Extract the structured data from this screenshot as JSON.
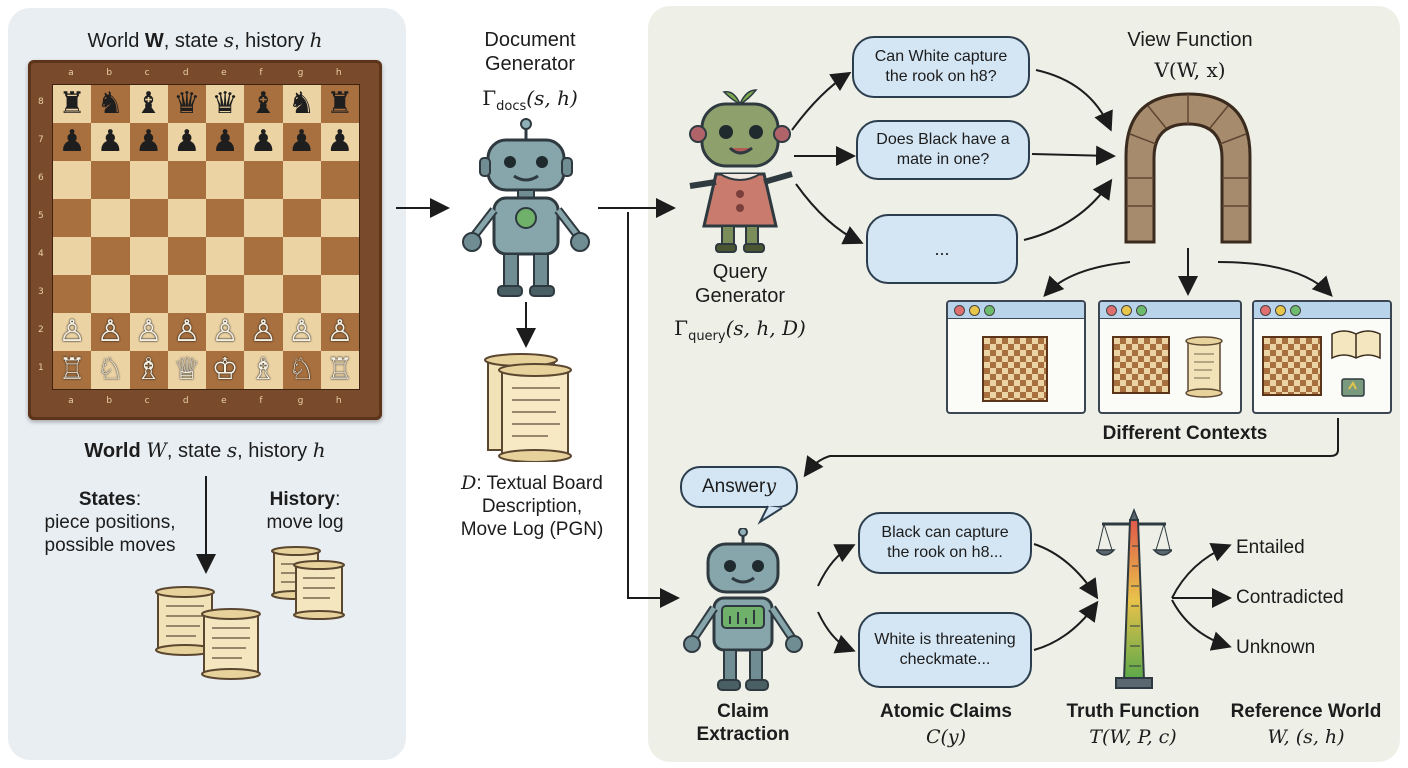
{
  "left": {
    "top_title_pre": "World ",
    "top_title_bold": "W",
    "top_title_mid": ", state ",
    "top_title_s": "s",
    "top_title_post": ", history ",
    "top_title_h": "h",
    "bottom_title_pre": "World ",
    "bottom_title_w": "W",
    "bottom_title_mid": ", state ",
    "bottom_title_s": "s",
    "bottom_title_post": ", history ",
    "bottom_title_h": "h",
    "states_label": "States",
    "states_desc_line1": "piece positions,",
    "states_desc_line2": "possible moves",
    "history_label": "History",
    "history_desc": "move log",
    "files": [
      "a",
      "b",
      "c",
      "d",
      "e",
      "f",
      "g",
      "h"
    ],
    "ranks": [
      "8",
      "7",
      "6",
      "5",
      "4",
      "3",
      "2",
      "1"
    ]
  },
  "board": {
    "rank8": [
      "♜",
      "♞",
      "♝",
      "♛",
      "♛",
      "♝",
      "♞",
      "♜"
    ],
    "rank7": [
      "♟",
      "♟",
      "♟",
      "♟",
      "♟",
      "♟",
      "♟",
      "♟"
    ],
    "rank2": [
      "♙",
      "♙",
      "♙",
      "♙",
      "♙",
      "♙",
      "♙",
      "♙"
    ],
    "rank1": [
      "♖",
      "♘",
      "♗",
      "♕",
      "♔",
      "♗",
      "♘",
      "♖"
    ]
  },
  "doc_gen": {
    "title_line1": "Document",
    "title_line2": "Generator",
    "formula_main": "Γ",
    "formula_sub": "docs",
    "formula_args": "(s, h)",
    "d_label": "D",
    "d_desc_line1": ": Textual Board",
    "d_desc_line2": "Description,",
    "d_desc_line3": "Move Log (PGN)"
  },
  "query_gen": {
    "title_line1": "Query",
    "title_line2": "Generator",
    "formula_main": "Γ",
    "formula_sub": "query",
    "formula_args": "(s, h, D)"
  },
  "queries": {
    "q1": "Can White capture the rook on h8?",
    "q2": "Does Black have a mate in one?",
    "q3": "..."
  },
  "view": {
    "title": "View Function",
    "formula": "V(W, x)",
    "contexts_label": "Different Contexts"
  },
  "answer": {
    "label_pre": "Answer ",
    "label_y": "y"
  },
  "claims": {
    "c1": "Black can capture the rook on h8...",
    "c2": "White is threatening checkmate..."
  },
  "outcomes": [
    "Entailed",
    "Contradicted",
    "Unknown"
  ],
  "bottom_labels": {
    "claim_extraction_line1": "Claim",
    "claim_extraction_line2": "Extraction",
    "atomic_claims": "Atomic Claims",
    "atomic_formula": "C(y)",
    "truth_function": "Truth Function",
    "truth_formula": "T(W, P, c)",
    "reference_world": "Reference World",
    "reference_formula": "W, (s, h)"
  },
  "colors": {
    "left_panel_bg": "#e9eef2",
    "right_panel_bg": "#eef0e8",
    "bubble_fill": "#d4e6f4",
    "robot_body": "#7a9aa0",
    "query_robot_body": "#c97b6e",
    "arch_stone": "#a78b6d",
    "board_light": "#ecd3a4",
    "board_dark": "#a8703e"
  }
}
